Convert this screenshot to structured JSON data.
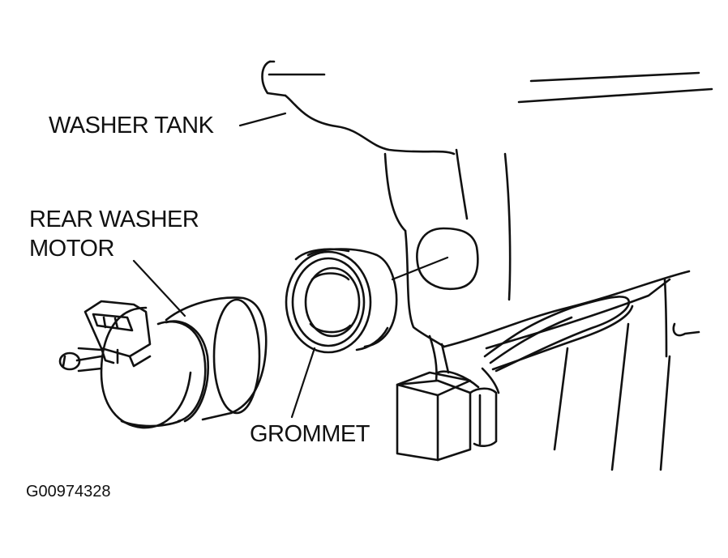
{
  "diagram": {
    "labels": {
      "washer_tank": "WASHER TANK",
      "rear_washer_motor_line1": "REAR WASHER",
      "rear_washer_motor_line2": "MOTOR",
      "grommet": "GROMMET"
    },
    "figure_id": "G00974328"
  },
  "colors": {
    "line": "#111111",
    "background": "#ffffff"
  }
}
